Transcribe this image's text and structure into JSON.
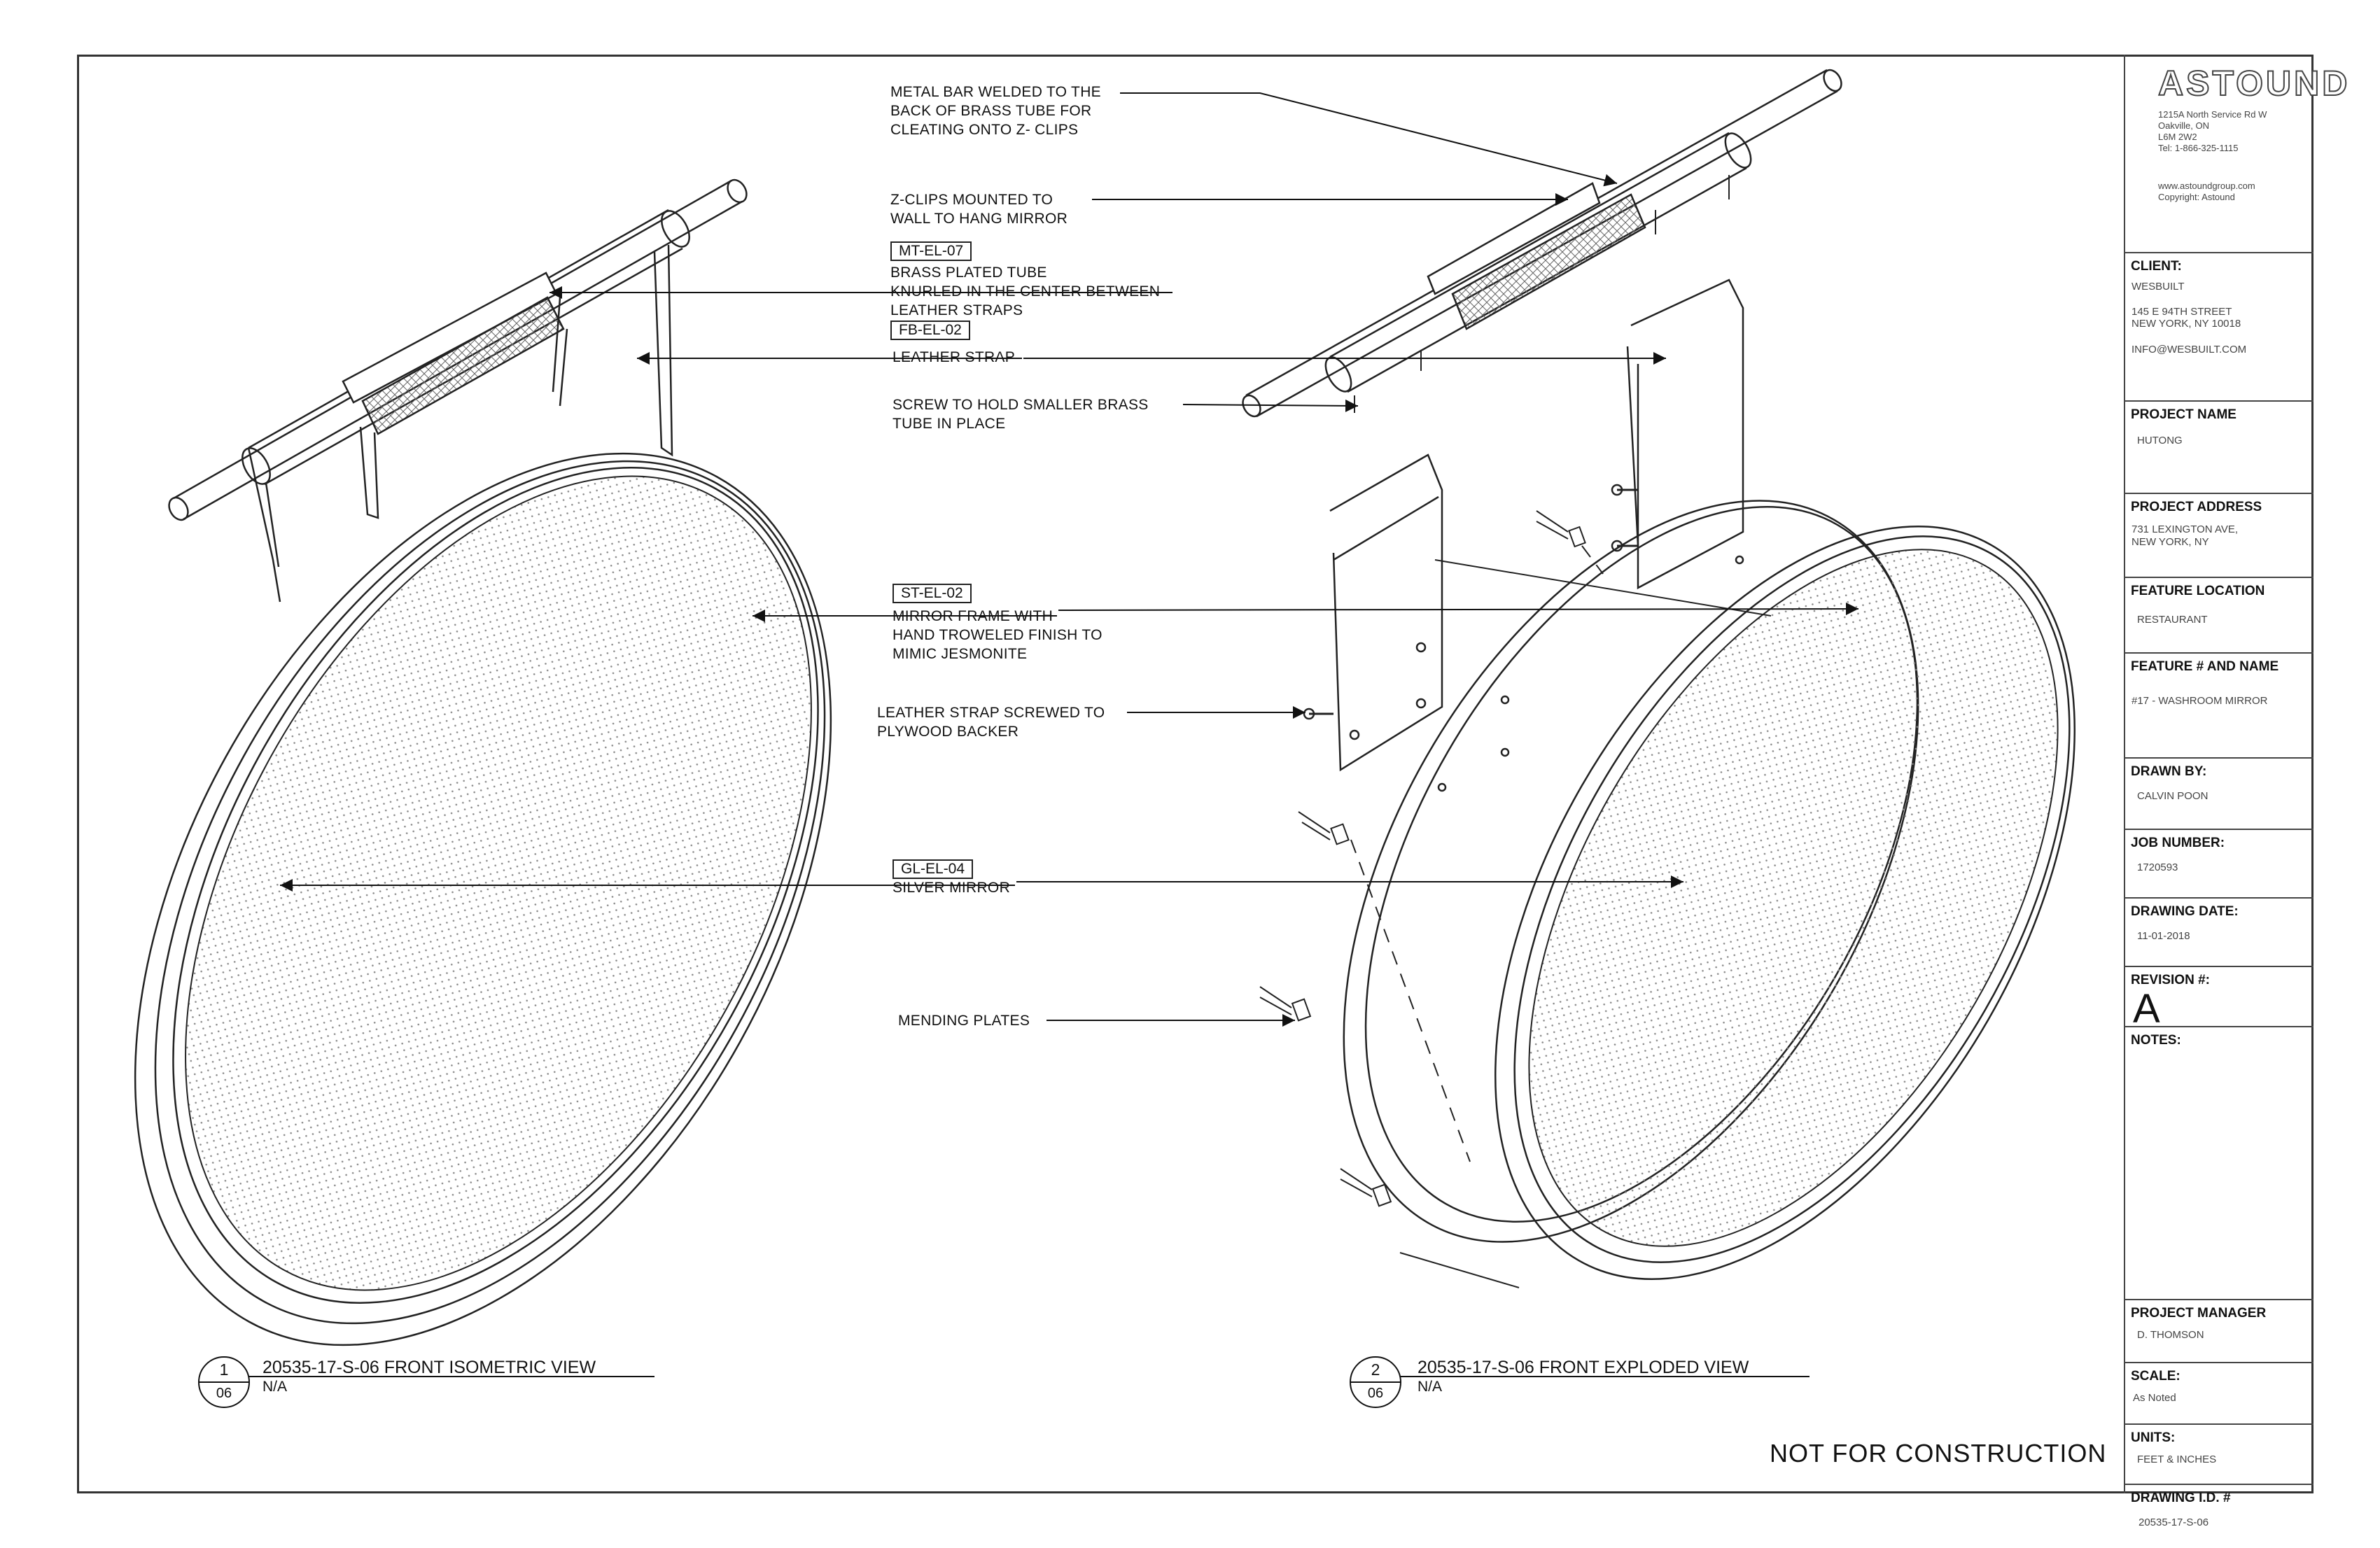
{
  "callouts": {
    "metal_bar": [
      "METAL BAR WELDED TO THE",
      "BACK OF BRASS TUBE FOR",
      "CLEATING ONTO Z- CLIPS"
    ],
    "z_clips": [
      "Z-CLIPS MOUNTED TO",
      "WALL TO HANG MIRROR"
    ],
    "brass_tube_tag": "MT-EL-07",
    "brass_tube": [
      "BRASS PLATED TUBE",
      "KNURLED IN THE CENTER BETWEEN",
      "LEATHER STRAPS"
    ],
    "leather_strap_tag": "FB-EL-02",
    "leather_strap": "LEATHER STRAP",
    "screw": [
      "SCREW TO HOLD SMALLER BRASS",
      "TUBE IN PLACE"
    ],
    "frame_tag": "ST-EL-02",
    "frame": [
      "MIRROR FRAME WITH",
      "HAND TROWELED FINISH TO",
      "MIMIC JESMONITE"
    ],
    "strap_screwed": [
      "LEATHER STRAP SCREWED TO",
      "PLYWOOD BACKER"
    ],
    "mirror_tag": "GL-EL-04",
    "mirror": "SILVER MIRROR",
    "mending": "MENDING PLATES"
  },
  "views": [
    {
      "number": "1",
      "sheet": "06",
      "title": "20535-17-S-06 FRONT ISOMETRIC VIEW",
      "scale": "N/A"
    },
    {
      "number": "2",
      "sheet": "06",
      "title": "20535-17-S-06 FRONT EXPLODED VIEW",
      "scale": "N/A"
    }
  ],
  "stamp": "NOT FOR CONSTRUCTION",
  "title_block": {
    "logo": "ASTOUND",
    "company_address": [
      "1215A North Service Rd W",
      "Oakville, ON",
      "L6M 2W2",
      "Tel: 1-866-325-1115"
    ],
    "company_web": [
      "www.astoundgroup.com",
      "Copyright: Astound"
    ],
    "client_label": "CLIENT:",
    "client_name": "WESBUILT",
    "client_address": [
      "145 E 94TH STREET",
      "NEW YORK, NY 10018"
    ],
    "client_email": "INFO@WESBUILT.COM",
    "project_name_label": "PROJECT NAME",
    "project_name": "HUTONG",
    "project_address_label": "PROJECT ADDRESS",
    "project_address": [
      "731 LEXINGTON AVE,",
      "NEW YORK, NY"
    ],
    "feature_location_label": "FEATURE LOCATION",
    "feature_location": "RESTAURANT",
    "feature_name_label": "FEATURE # AND NAME",
    "feature_name": "#17 - WASHROOM MIRROR",
    "drawn_by_label": "DRAWN BY:",
    "drawn_by": "CALVIN POON",
    "job_number_label": "JOB NUMBER:",
    "job_number": "1720593",
    "drawing_date_label": "DRAWING DATE:",
    "drawing_date": "11-01-2018",
    "revision_label": "REVISION #:",
    "revision": "A",
    "notes_label": "NOTES:",
    "pm_label": "PROJECT MANAGER",
    "pm": "D. THOMSON",
    "scale_label": "SCALE:",
    "scale": "As Noted",
    "units_label": "UNITS:",
    "units": "FEET & INCHES",
    "drawing_id_label": "DRAWING I.D. #",
    "drawing_id": "20535-17-S-06"
  }
}
